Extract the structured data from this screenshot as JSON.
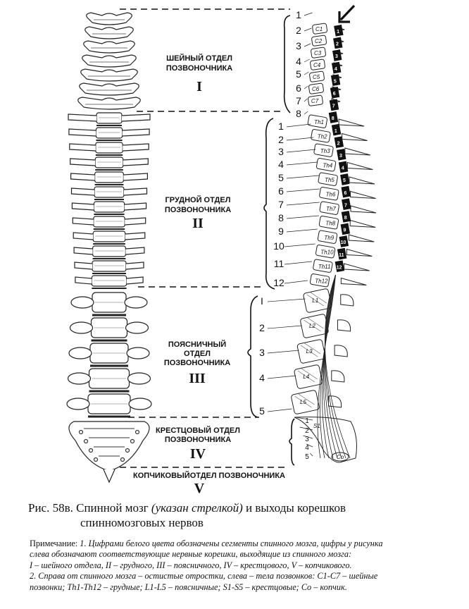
{
  "sections": [
    {
      "line1": "ШЕЙНЫЙ ОТДЕЛ",
      "line2": "ПОЗВОНОЧНИКА",
      "line3": "",
      "roman": "I"
    },
    {
      "line1": "ГРУДНОЙ ОТДЕЛ",
      "line2": "ПОЗВОНОЧНИКА",
      "line3": "",
      "roman": "II"
    },
    {
      "line1": "ПОЯСНИЧНЫЙ",
      "line2": "ОТДЕЛ",
      "line3": "ПОЗВОНОЧНИКА",
      "roman": "III"
    },
    {
      "line1": "КРЕСТЦОВЫЙ ОТДЕЛ",
      "line2": "ПОЗВОНОЧНИКА",
      "line3": "",
      "roman": "IV"
    },
    {
      "line1": "КОПЧИКОВЫЙОТДЕЛ ПОЗВОНОЧНИКА",
      "line2": "",
      "line3": "",
      "roman": "V"
    }
  ],
  "root_numbers": {
    "cervical": [
      "1",
      "2",
      "3",
      "4",
      "5",
      "6",
      "7",
      "8"
    ],
    "thoracic": [
      "1",
      "2",
      "3",
      "4",
      "5",
      "6",
      "7",
      "8",
      "9",
      "10",
      "11",
      "12"
    ],
    "lumbar": [
      "I",
      "2",
      "3",
      "4",
      "5"
    ],
    "sacral": [
      "1",
      "2",
      "3",
      "4",
      "5"
    ]
  },
  "vertebra_labels": {
    "cervical": [
      "C1",
      "C2",
      "C3",
      "C4",
      "C5",
      "C6",
      "C7"
    ],
    "thoracic": [
      "Th1",
      "Th2",
      "Th3",
      "Th4",
      "Th5",
      "Th6",
      "Th7",
      "Th8",
      "Th9",
      "Th10",
      "Th11",
      "Th12"
    ],
    "lumbar": [
      "L1",
      "L2",
      "L3",
      "L4",
      "L5"
    ],
    "sacral": [
      "S1"
    ],
    "coccyx": [
      "Co"
    ]
  },
  "segment_numbers": [
    "1",
    "2",
    "3",
    "4",
    "5",
    "6",
    "7",
    "8",
    "1",
    "2",
    "3",
    "4",
    "5",
    "6",
    "7",
    "8",
    "9",
    "10",
    "11",
    "12"
  ],
  "caption": {
    "prefix": "Рис. 58в. Спинной мозг ",
    "italic": "(указан стрелкой)",
    "suffix": " и выходы корешков",
    "line2": "спинномозговых нервов"
  },
  "note": {
    "prefix": "Примечание: ",
    "p1_lines": [
      "1. Цифрами белого цвета обозначены сегменты спинного мозга, цифры у рисунка",
      "слева обозначают соответствующие нервные корешки, выходящие из спинного мозга:",
      "I – шейного отдела, II – грудного, III – поясничного, IV – крестцового, V – копчикового."
    ],
    "p2_lines": [
      "2. Справа от спинного мозга – остистые отростки, слева – тела позвонков: C1-C7 – шейные",
      "позвонки; Th1-Th12 – грудные; L1-L5 – поясничные; S1-S5 – крестцовые; Co – копчик."
    ]
  }
}
